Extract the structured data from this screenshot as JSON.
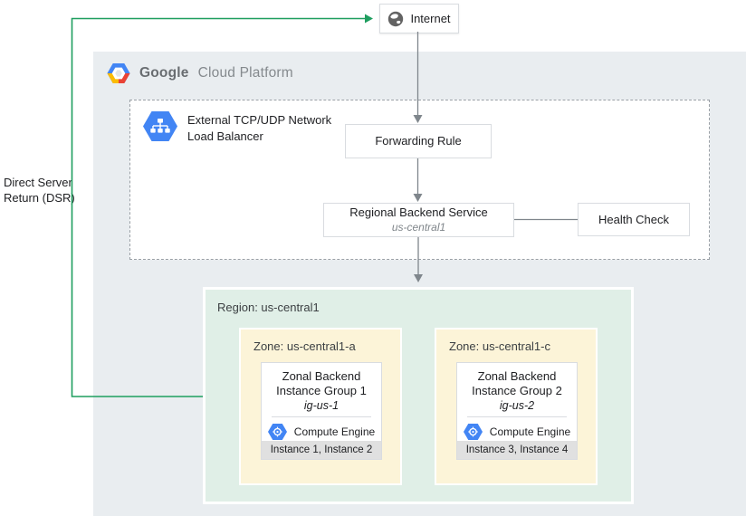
{
  "dsr": {
    "label": "Direct Server Return (DSR)"
  },
  "internet": {
    "label": "Internet"
  },
  "header": {
    "brand_bold": "Google",
    "brand_light": "Cloud Platform"
  },
  "load_balancer": {
    "label_line1": "External TCP/UDP Network",
    "label_line2": "Load Balancer"
  },
  "forwarding_rule": {
    "label": "Forwarding Rule"
  },
  "backend_service": {
    "label": "Regional Backend Service",
    "sublabel": "us-central1"
  },
  "health_check": {
    "label": "Health Check"
  },
  "region": {
    "label": "Region: us-central1"
  },
  "zones": [
    {
      "label": "Zone: us-central1-a",
      "group_title_line1": "Zonal Backend",
      "group_title_line2": "Instance Group 1",
      "group_name": "ig-us-1",
      "engine_label": "Compute Engine",
      "instances": "Instance 1, Instance 2"
    },
    {
      "label": "Zone: us-central1-c",
      "group_title_line1": "Zonal Backend",
      "group_title_line2": "Instance Group 2",
      "group_name": "ig-us-2",
      "engine_label": "Compute Engine",
      "instances": "Instance 3, Instance 4"
    }
  ],
  "icons": {
    "internet": "globe-icon",
    "gcp_logo": "google-cloud-platform-icon",
    "load_balancer": "network-load-balancer-icon",
    "compute_engine": "compute-engine-icon"
  },
  "colors": {
    "canvas-bg": "#ffffff",
    "platform-bg": "#e9edf0",
    "region-bg": "#e0efe7",
    "zone-bg": "#fcf4d8",
    "instances-bar-bg": "#e0e0e0",
    "arrow-gray": "#7f868c",
    "dsr-green": "#1e9e5f",
    "gcp-blue": "#4285f4",
    "gcp-red": "#ea4335",
    "gcp-yellow": "#fbbc05"
  }
}
